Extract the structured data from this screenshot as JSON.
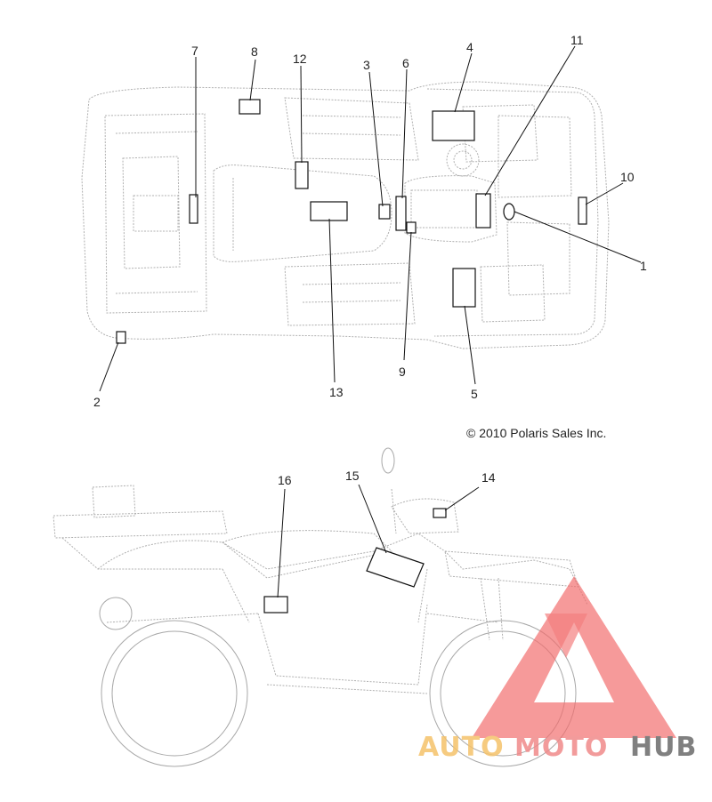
{
  "diagram": {
    "copyright": "© 2010 Polaris Sales Inc.",
    "callouts": [
      {
        "id": "1",
        "label": "1"
      },
      {
        "id": "2",
        "label": "2"
      },
      {
        "id": "3",
        "label": "3"
      },
      {
        "id": "4",
        "label": "4"
      },
      {
        "id": "5",
        "label": "5"
      },
      {
        "id": "6",
        "label": "6"
      },
      {
        "id": "7",
        "label": "7"
      },
      {
        "id": "8",
        "label": "8"
      },
      {
        "id": "9",
        "label": "9"
      },
      {
        "id": "10",
        "label": "10"
      },
      {
        "id": "11",
        "label": "11"
      },
      {
        "id": "12",
        "label": "12"
      },
      {
        "id": "13",
        "label": "13"
      },
      {
        "id": "14",
        "label": "14"
      },
      {
        "id": "15",
        "label": "15"
      },
      {
        "id": "16",
        "label": "16"
      }
    ]
  },
  "watermark": {
    "part1": "AUTO",
    "part2": "MOTO",
    "part3": "HUB",
    "colors": {
      "auto": "#f5c26b",
      "moto": "#f08a8a",
      "hub": "#6b6b6b",
      "triangle": "#f26b6b"
    }
  }
}
